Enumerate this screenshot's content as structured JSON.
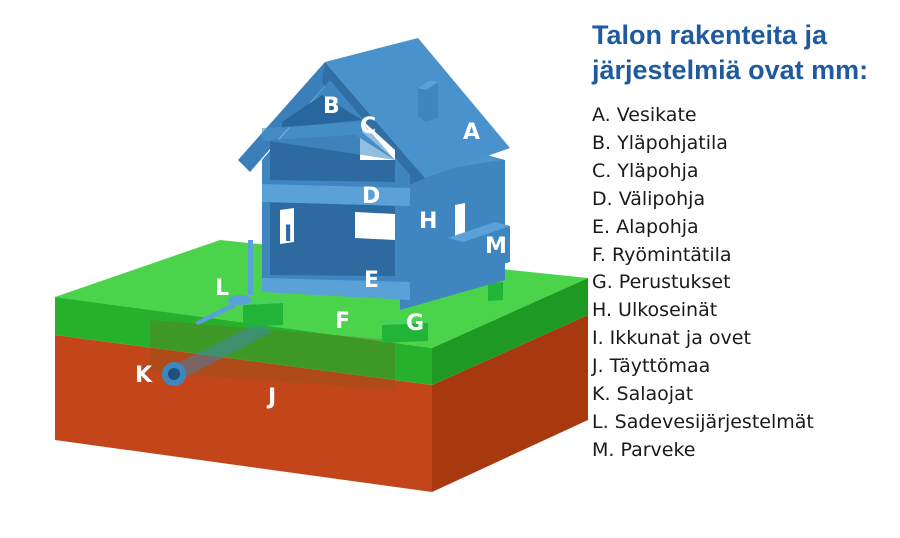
{
  "legend": {
    "title": "Talon rakenteita ja järjestelmiä ovat mm:",
    "items": [
      "A. Vesikate",
      "B. Yläpohjatila",
      "C. Yläpohja",
      "D. Välipohja",
      "E. Alapohja",
      "F. Ryömintätila",
      "G. Perustukset",
      "H. Ulkoseinät",
      "I. Ikkunat ja ovet",
      "J. Täyttömaa",
      "K. Salaojat",
      "L. Sadevesijärjestelmät",
      "M. Parveke"
    ]
  },
  "labels": {
    "A": "A",
    "B": "B",
    "C": "C",
    "D": "D",
    "E": "E",
    "F": "F",
    "G": "G",
    "H": "H",
    "I": "I",
    "J": "J",
    "K": "K",
    "L": "L",
    "M": "M"
  },
  "colors": {
    "title": "#1f5a9e",
    "house": "#3f86c1",
    "house_dark": "#2c6aa0",
    "grass": "#2fbf2f",
    "soil": "#c3461a",
    "foundation": "#22b436"
  }
}
